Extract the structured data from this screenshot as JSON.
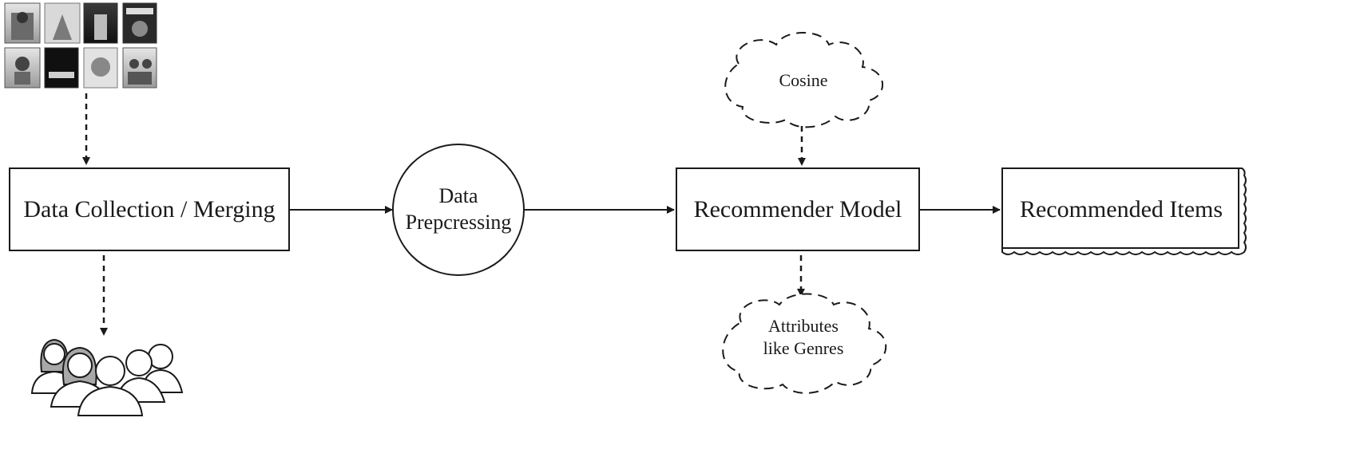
{
  "nodes": {
    "data_collection": "Data Collection / Merging",
    "preprocessing_line1": "Data",
    "preprocessing_line2": "Prepcressing",
    "recommender_model": "Recommender Model",
    "recommended_items": "Recommended Items",
    "cosine": "Cosine",
    "attributes_line1": "Attributes",
    "attributes_line2": "like Genres"
  },
  "posters": [
    "poster",
    "poster",
    "poster",
    "poster",
    "poster",
    "poster",
    "poster",
    "poster"
  ],
  "icons": {
    "movies": "movie-posters-icon",
    "users": "users-group-icon"
  },
  "colors": {
    "stroke": "#1a1a1a",
    "background": "#ffffff"
  }
}
